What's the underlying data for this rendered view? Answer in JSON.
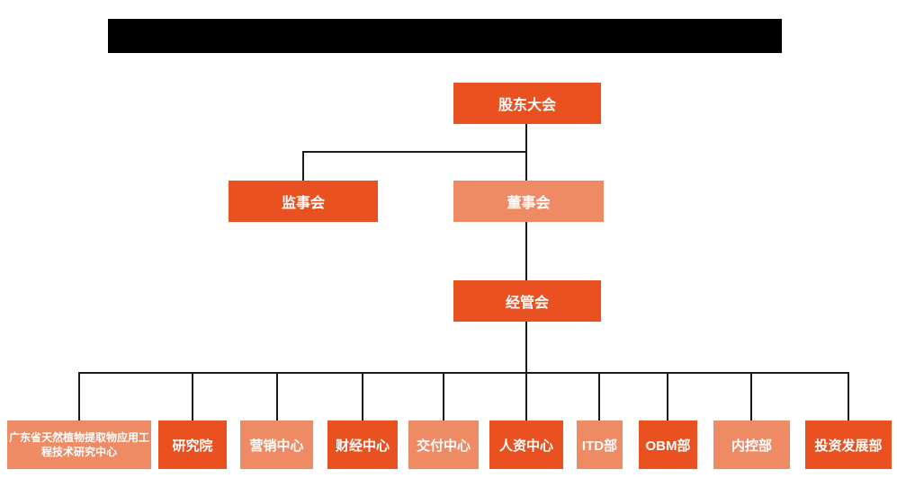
{
  "colors": {
    "primary_orange": "#E95220",
    "secondary_orange": "#EE8A64",
    "connector_line": "#1A1A1A",
    "node_text": "#FFFFFF",
    "redaction_bar": "#000000"
  },
  "org_chart": {
    "nodes": {
      "shareholders": {
        "label": "股东大会"
      },
      "supervisory": {
        "label": "监事会"
      },
      "board": {
        "label": "董事会"
      },
      "management": {
        "label": "经管会"
      }
    },
    "departments": [
      {
        "label": "广东省天然植物提取物应用工程技术研究中心"
      },
      {
        "label": "研究院"
      },
      {
        "label": "营销中心"
      },
      {
        "label": "财经中心"
      },
      {
        "label": "交付中心"
      },
      {
        "label": "人资中心"
      },
      {
        "label": "ITD部"
      },
      {
        "label": "OBM部"
      },
      {
        "label": "内控部"
      },
      {
        "label": "投资发展部"
      }
    ],
    "edges": [
      {
        "from": "股东大会",
        "to": "监事会"
      },
      {
        "from": "股东大会",
        "to": "董事会"
      },
      {
        "from": "董事会",
        "to": "经管会"
      },
      {
        "from": "经管会",
        "to": "广东省天然植物提取物应用工程技术研究中心"
      },
      {
        "from": "经管会",
        "to": "研究院"
      },
      {
        "from": "经管会",
        "to": "营销中心"
      },
      {
        "from": "经管会",
        "to": "财经中心"
      },
      {
        "from": "经管会",
        "to": "交付中心"
      },
      {
        "from": "经管会",
        "to": "人资中心"
      },
      {
        "from": "经管会",
        "to": "ITD部"
      },
      {
        "from": "经管会",
        "to": "OBM部"
      },
      {
        "from": "经管会",
        "to": "内控部"
      },
      {
        "from": "经管会",
        "to": "投资发展部"
      }
    ]
  }
}
